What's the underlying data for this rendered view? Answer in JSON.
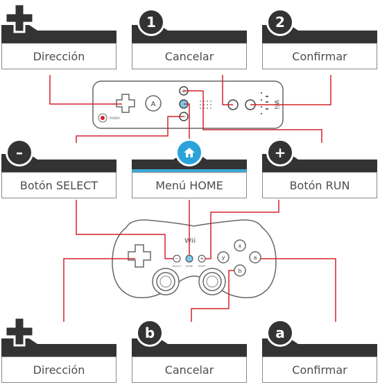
{
  "top_row": [
    {
      "label": "Dirección",
      "icon": "dpad-icon"
    },
    {
      "label": "Cancelar",
      "badge": "1"
    },
    {
      "label": "Confirmar",
      "badge": "2"
    }
  ],
  "middle_row": [
    {
      "label": "Botón SELECT",
      "badge": "–"
    },
    {
      "label": "Menú HOME",
      "icon": "home-icon"
    },
    {
      "label": "Botón RUN",
      "badge": "+"
    }
  ],
  "bottom_row": [
    {
      "label": "Dirección",
      "icon": "dpad-icon"
    },
    {
      "label": "Cancelar",
      "badge": "b"
    },
    {
      "label": "Confirmar",
      "badge": "a"
    }
  ],
  "wii_remote": {
    "a_button": "A",
    "power_text": "POWER"
  },
  "classic_controller": {
    "logo": "Wii",
    "select_text": "SELECT",
    "home_text": "HOME",
    "start_text": "START",
    "buttons": [
      "x",
      "y",
      "a",
      "b"
    ]
  },
  "colors": {
    "line": "#d4202a",
    "dark": "#333333",
    "accent": "#3aa9d8"
  }
}
